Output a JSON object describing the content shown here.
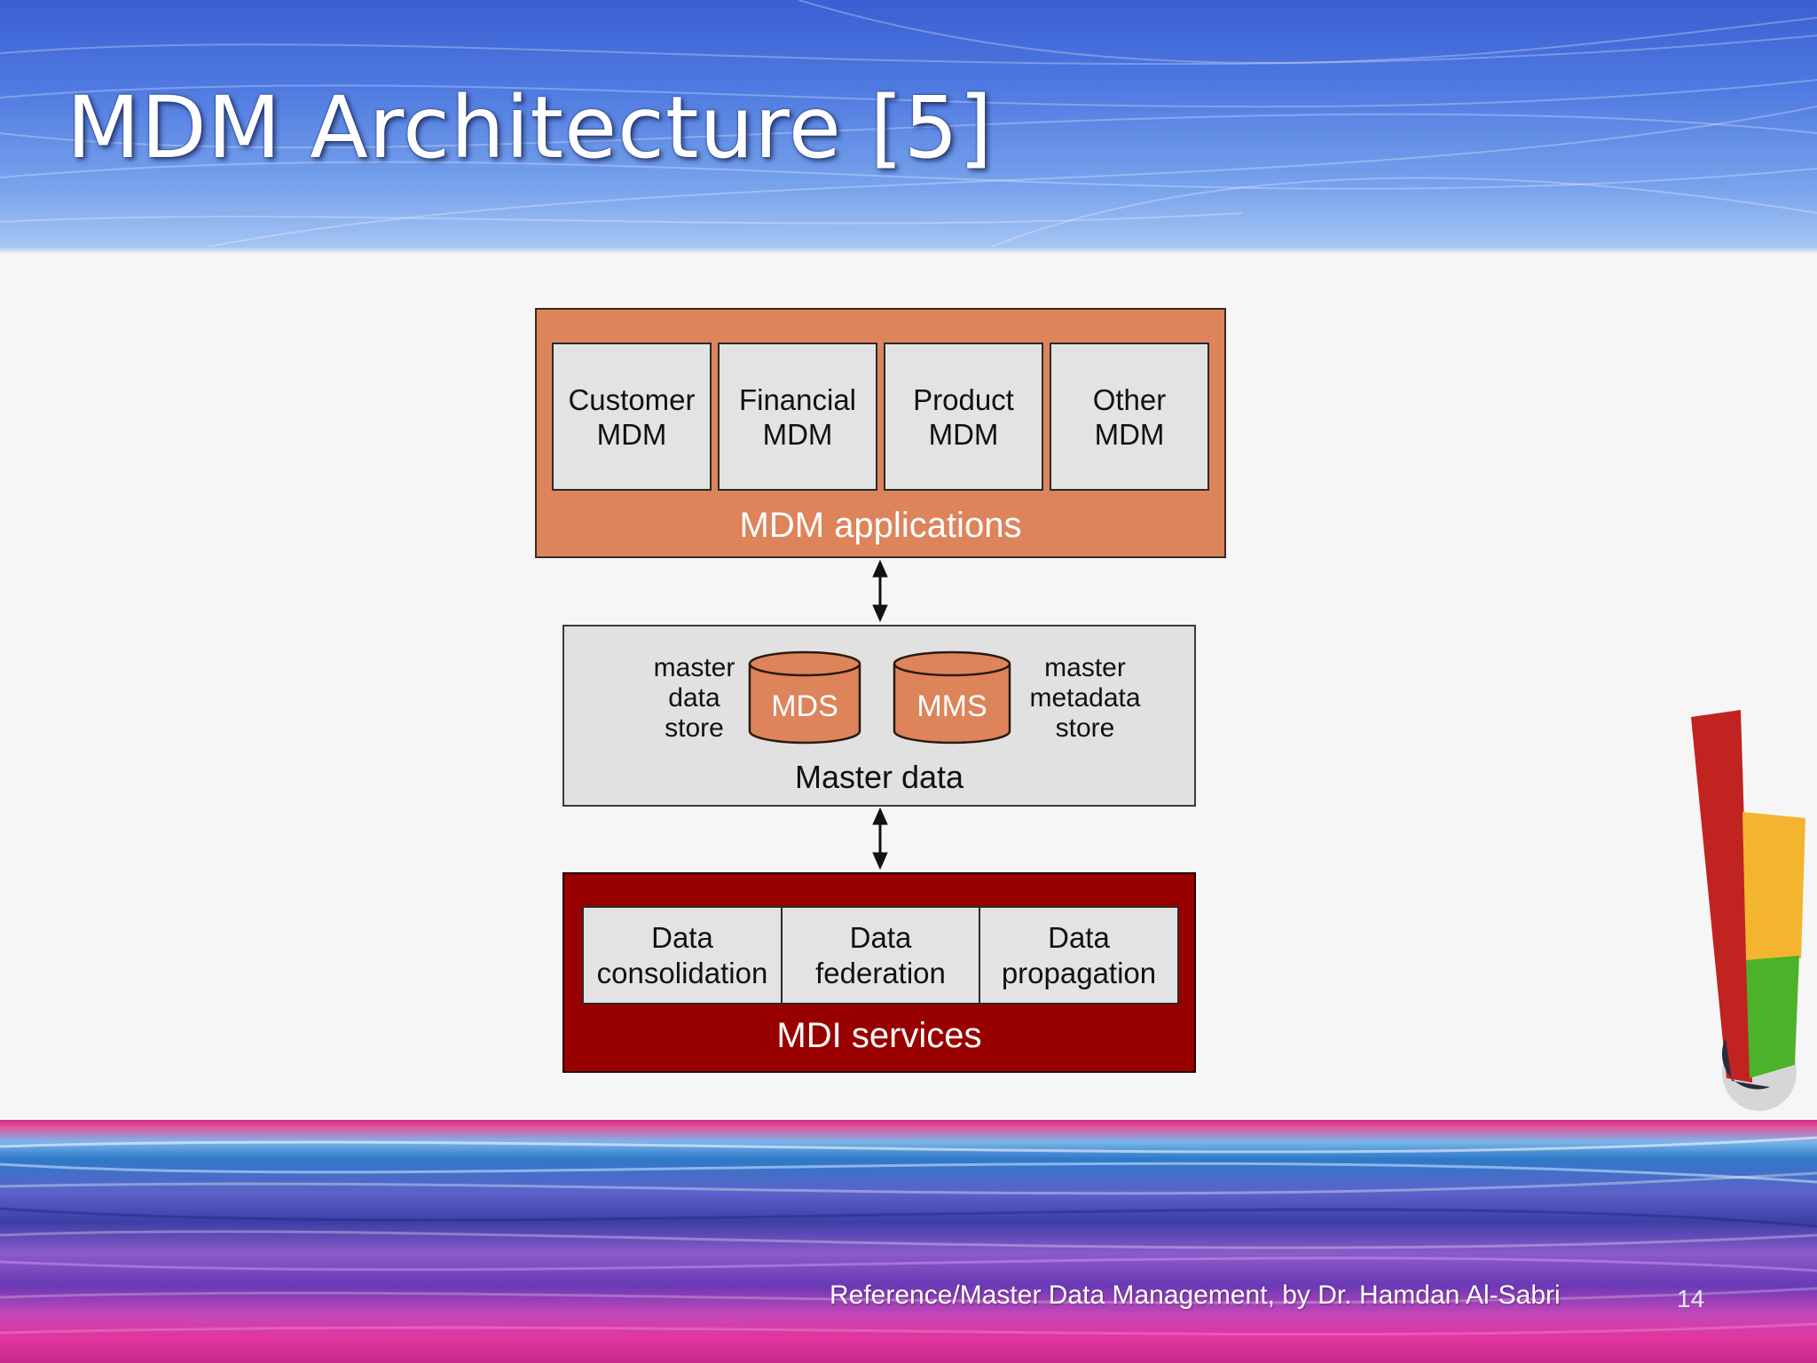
{
  "slide": {
    "title": "MDM Architecture [5]",
    "footer_credit": "Reference/Master Data Management, by Dr. Hamdan Al-Sabri",
    "page_number": "14"
  },
  "diagram": {
    "mdm_applications": {
      "label": "MDM applications",
      "color": "#dd845b",
      "tiles": [
        {
          "line1": "Customer",
          "line2": "MDM"
        },
        {
          "line1": "Financial",
          "line2": "MDM"
        },
        {
          "line1": "Product",
          "line2": "MDM"
        },
        {
          "line1": "Other",
          "line2": "MDM"
        }
      ]
    },
    "master_data": {
      "label": "Master data",
      "color": "#e1e1e1",
      "left_caption": {
        "line1": "master",
        "line2": "data",
        "line3": "store"
      },
      "right_caption": {
        "line1": "master",
        "line2": "metadata",
        "line3": "store"
      },
      "stores": [
        "MDS",
        "MMS"
      ]
    },
    "mdi_services": {
      "label": "MDI services",
      "color": "#990000",
      "tiles": [
        {
          "line1": "Data",
          "line2": "consolidation"
        },
        {
          "line1": "Data",
          "line2": "federation"
        },
        {
          "line1": "Data",
          "line2": "propagation"
        }
      ]
    },
    "connectors": [
      "applications-to-master-data",
      "master-data-to-services"
    ]
  }
}
